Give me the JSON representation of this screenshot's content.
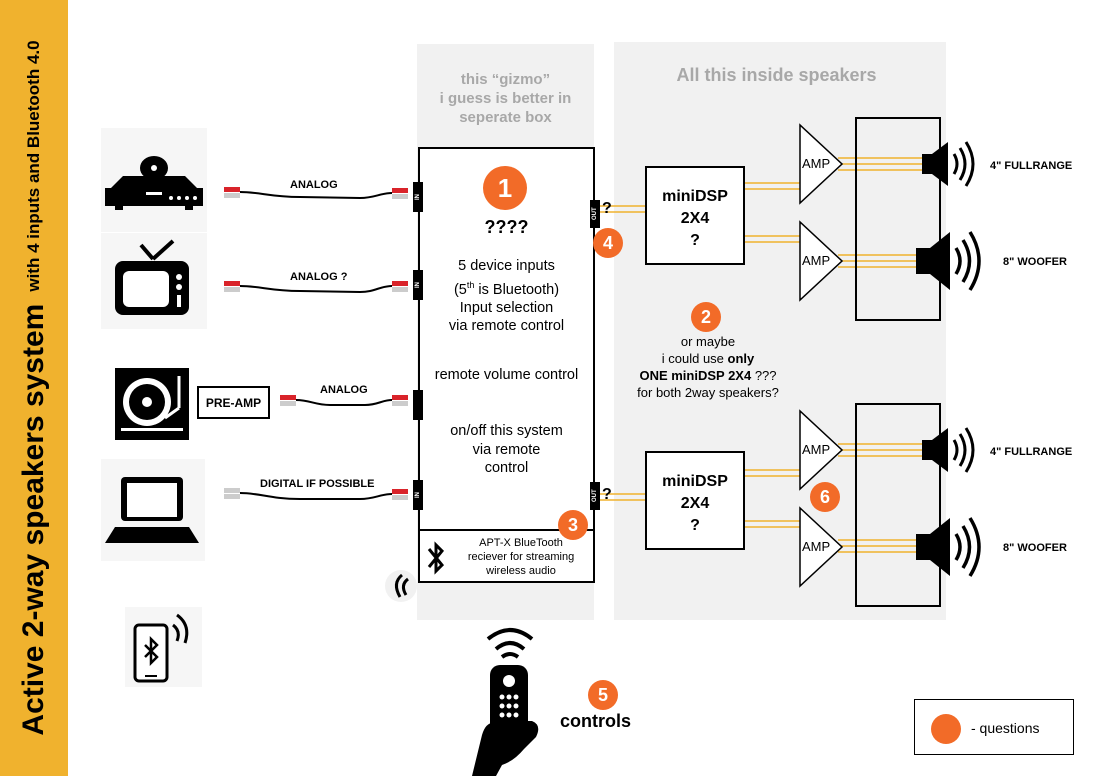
{
  "sidebar": {
    "title": "Active 2-way speakers system",
    "subtitle": "with 4 inputs and Bluetooth 4.0"
  },
  "gizmo_panel": {
    "line1": "this “gizmo”",
    "line2": "i guess is better in",
    "line3": "seperate box"
  },
  "speakers_panel": {
    "title": "All this inside speakers"
  },
  "inputs": [
    {
      "label": "ANALOG"
    },
    {
      "label": "ANALOG ?"
    },
    {
      "label": "ANALOG"
    },
    {
      "label": "DIGITAL IF POSSIBLE"
    }
  ],
  "preamp": {
    "label": "PRE-AMP"
  },
  "jacks": {
    "in": "IN",
    "out": "OUT"
  },
  "gizmo": {
    "badge": "1",
    "question": "????",
    "inputs_line1": "5  device inputs",
    "inputs_line2_a": "(5",
    "inputs_line2_sup": "th",
    "inputs_line2_b": " is Bluetooth)",
    "inputs_line3": "Input selection",
    "inputs_line4": "via remote control",
    "volume": "remote volume control",
    "onoff_line1": "on/off this system",
    "onoff_line2": "via remote",
    "onoff_line3": "control",
    "bt_line1": "APT-X BlueTooth",
    "bt_line2": "reciever for streaming",
    "bt_line3": "wireless audio"
  },
  "badges": {
    "b2": "2",
    "b3": "3",
    "b4": "4",
    "b5": "5",
    "b6": "6"
  },
  "out_q": "?",
  "minidsp": {
    "line1": "miniDSP",
    "line2": "2X4",
    "line3": "?"
  },
  "amp": {
    "label": "AMP"
  },
  "speakers": {
    "fullrange": "4\" FULLRANGE",
    "woofer": "8\" WOOFER"
  },
  "note": {
    "line1": "or maybe",
    "line2_a": "i could use ",
    "line2_b": "only",
    "line3_a": "ONE miniDSP 2X4",
    "line3_b": " ???",
    "line4": "for both 2way speakers?"
  },
  "controls": {
    "label": "controls"
  },
  "legend": {
    "label": "- questions"
  },
  "colors": {
    "sidebar": "#f0b22e",
    "badge": "#f26b28",
    "wire": "#f0b22e",
    "panel": "#f1f1f1",
    "panel_text": "#a8a8a8"
  },
  "icons": [
    "cd-player-icon",
    "tv-icon",
    "turntable-icon",
    "laptop-icon",
    "phone-bluetooth-icon",
    "remote-control-icon",
    "bluetooth-icon",
    "speaker-icon",
    "rca-cable-icon",
    "signal-waves-icon"
  ]
}
